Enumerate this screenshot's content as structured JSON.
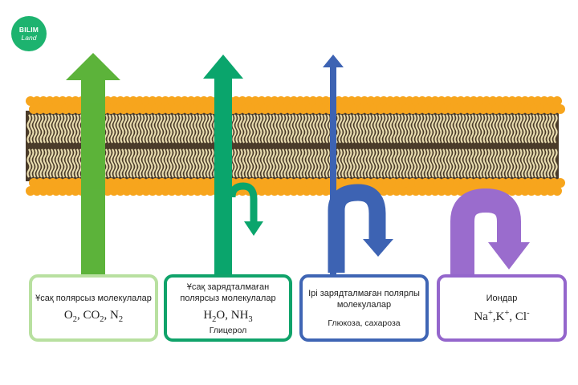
{
  "logo": {
    "line1": "BILIM",
    "line2": "Land"
  },
  "colors": {
    "light_green": "#5cb33a",
    "green": "#0aa56c",
    "blue": "#3d63b3",
    "purple": "#9a6ccd",
    "head": "#f7a51d",
    "tail": "#e9ddb0",
    "tail_bg": "#4a3b2a"
  },
  "categories": [
    {
      "title": "Ұсақ полярсыз молекулалар",
      "formula": {
        "p1": "O",
        "s1": "2",
        "p2": ", CO",
        "s2": "2",
        "p3": ", N",
        "s3": "2"
      }
    },
    {
      "title": "Ұсақ зарядталмаған полярсыз молекулалар",
      "formula": {
        "p1": "H",
        "s1": "2",
        "p2": "O, NH",
        "s2": "3"
      },
      "extra": "Глицерол"
    },
    {
      "title": "Ірі зарядталмаған полярлы молекулалар",
      "extra": "Глюкоза, сахароза"
    },
    {
      "title": "Иондар",
      "formula": {
        "p1": "Na",
        "sp1": "+",
        "p2": ",K",
        "sp2": "+",
        "p3": ", Cl",
        "sp3": "-"
      }
    }
  ]
}
